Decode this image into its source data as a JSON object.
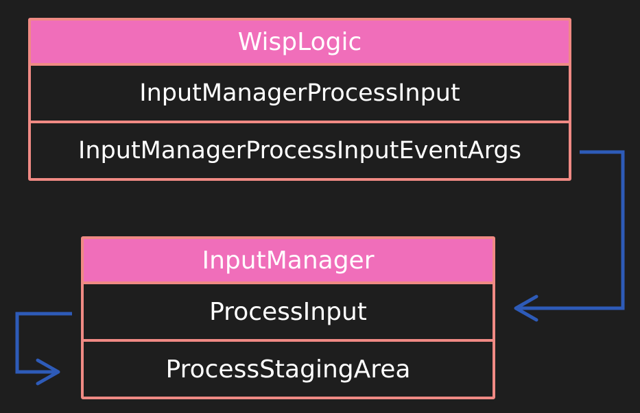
{
  "colors": {
    "background": "#1e1e1e",
    "box_border": "#f08a84",
    "header_fill": "#f06eba",
    "text": "#ffffff",
    "arrow": "#2e5bb8"
  },
  "boxes": {
    "wisplogic": {
      "title": "WispLogic",
      "rows": [
        "InputManagerProcessInput",
        "InputManagerProcessInputEventArgs"
      ]
    },
    "inputmanager": {
      "title": "InputManager",
      "rows": [
        "ProcessInput",
        "ProcessStagingArea"
      ]
    }
  }
}
